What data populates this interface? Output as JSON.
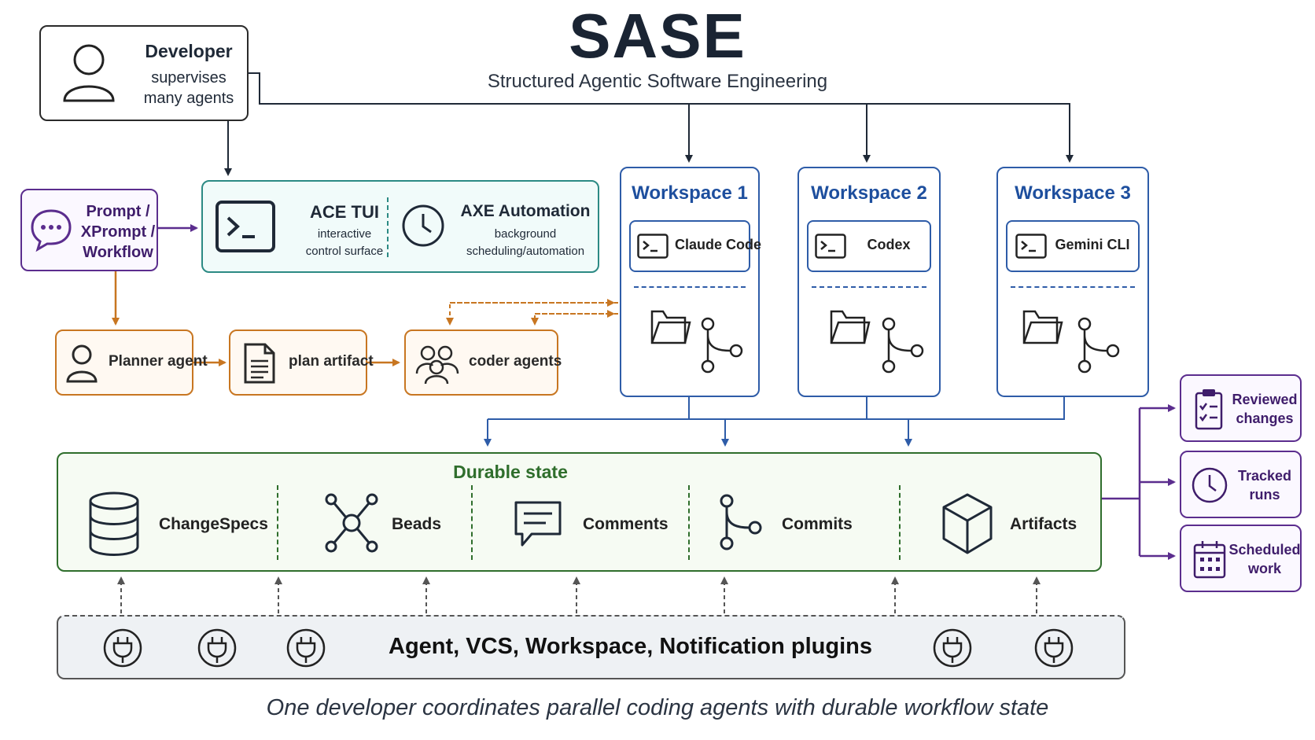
{
  "title": "SASE",
  "subtitle": "Structured Agentic Software Engineering",
  "developer": {
    "name": "Developer",
    "desc_line1": "supervises",
    "desc_line2": "many agents"
  },
  "prompt": {
    "line1": "Prompt /",
    "line2": "XPrompt /",
    "line3": "Workflow"
  },
  "ace": {
    "title": "ACE TUI",
    "desc_line1": "interactive",
    "desc_line2": "control surface"
  },
  "axe": {
    "title": "AXE Automation",
    "desc_line1": "background",
    "desc_line2": "scheduling/automation"
  },
  "pipeline": {
    "planner": "Planner agent",
    "plan": "plan artifact",
    "coders": "coder agents"
  },
  "workspaces": [
    {
      "title": "Workspace 1",
      "tool": "Claude Code"
    },
    {
      "title": "Workspace 2",
      "tool": "Codex"
    },
    {
      "title": "Workspace 3",
      "tool": "Gemini CLI"
    }
  ],
  "durable": {
    "title": "Durable state",
    "items": [
      "ChangeSpecs",
      "Beads",
      "Comments",
      "Commits",
      "Artifacts"
    ]
  },
  "plugins": {
    "label": "Agent,  VCS,  Workspace,  Notification  plugins"
  },
  "outputs": [
    {
      "line1": "Reviewed",
      "line2": "changes"
    },
    {
      "line1": "Tracked",
      "line2": "runs"
    },
    {
      "line1": "Scheduled",
      "line2": "work"
    }
  ],
  "caption": "One developer coordinates parallel coding agents with durable workflow state",
  "colors": {
    "dark": "#1a2433",
    "purple": "#5b2d8e",
    "teal": "#2c8a84",
    "orange": "#c87621",
    "blue": "#2e5ca8",
    "green": "#2f6e2c"
  }
}
